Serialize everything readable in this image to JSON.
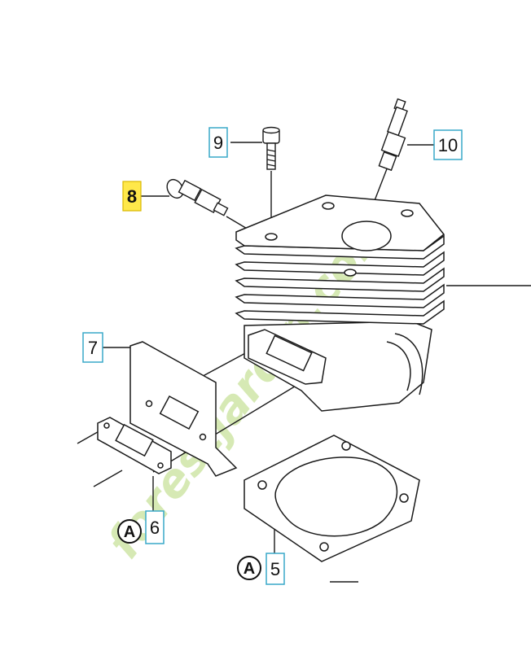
{
  "callouts": {
    "c5": "5",
    "c6": "6",
    "c7": "7",
    "c8": "8",
    "c9": "9",
    "c10": "10"
  },
  "markers": {
    "a1": "A",
    "a2": "A"
  },
  "highlight": {
    "selected_part": "8",
    "color": "#ffe84a"
  },
  "colors": {
    "callout_border": "#38a9c9",
    "line": "#1a1a1a",
    "watermark_green": "#cfe6a8",
    "watermark_orange": "#f6cf92",
    "watermark_gray": "#d2c9bc"
  },
  "watermark": {
    "text": "forestjardin.com"
  }
}
